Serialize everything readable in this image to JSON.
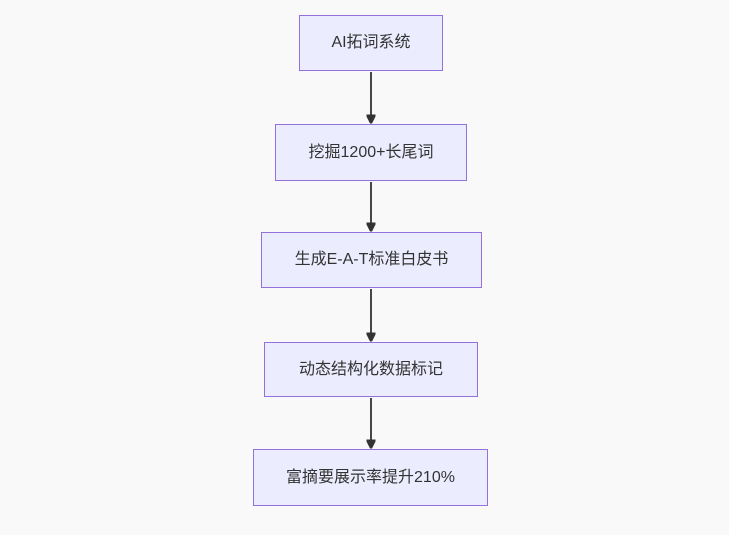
{
  "diagram": {
    "type": "flowchart",
    "direction": "top-down",
    "nodes": [
      {
        "id": "n1",
        "label": "AI拓词系统"
      },
      {
        "id": "n2",
        "label": "挖掘1200+长尾词"
      },
      {
        "id": "n3",
        "label": "生成E-A-T标准白皮书"
      },
      {
        "id": "n4",
        "label": "动态结构化数据标记"
      },
      {
        "id": "n5",
        "label": "富摘要展示率提升210%"
      }
    ],
    "edges": [
      {
        "from": "n1",
        "to": "n2"
      },
      {
        "from": "n2",
        "to": "n3"
      },
      {
        "from": "n3",
        "to": "n4"
      },
      {
        "from": "n4",
        "to": "n5"
      }
    ]
  },
  "theme": {
    "background": "#f9f9f9",
    "node_fill": "#ececff",
    "node_border": "#9370db",
    "node_text": "#333333",
    "arrow_color": "#333333"
  }
}
